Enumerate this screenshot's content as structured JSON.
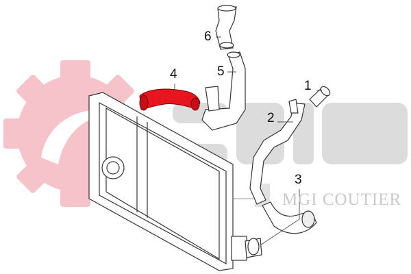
{
  "watermark": {
    "brand": "Seim",
    "tagline": "MGI COUTIER",
    "logo_color": "#f6c3cb",
    "brand_color": "#d9d9d9"
  },
  "highlight_color": "#e8141e",
  "callouts": [
    {
      "id": "1",
      "label": "1"
    },
    {
      "id": "2",
      "label": "2"
    },
    {
      "id": "3",
      "label": "3"
    },
    {
      "id": "4",
      "label": "4"
    },
    {
      "id": "5",
      "label": "5"
    },
    {
      "id": "6",
      "label": "6"
    }
  ]
}
